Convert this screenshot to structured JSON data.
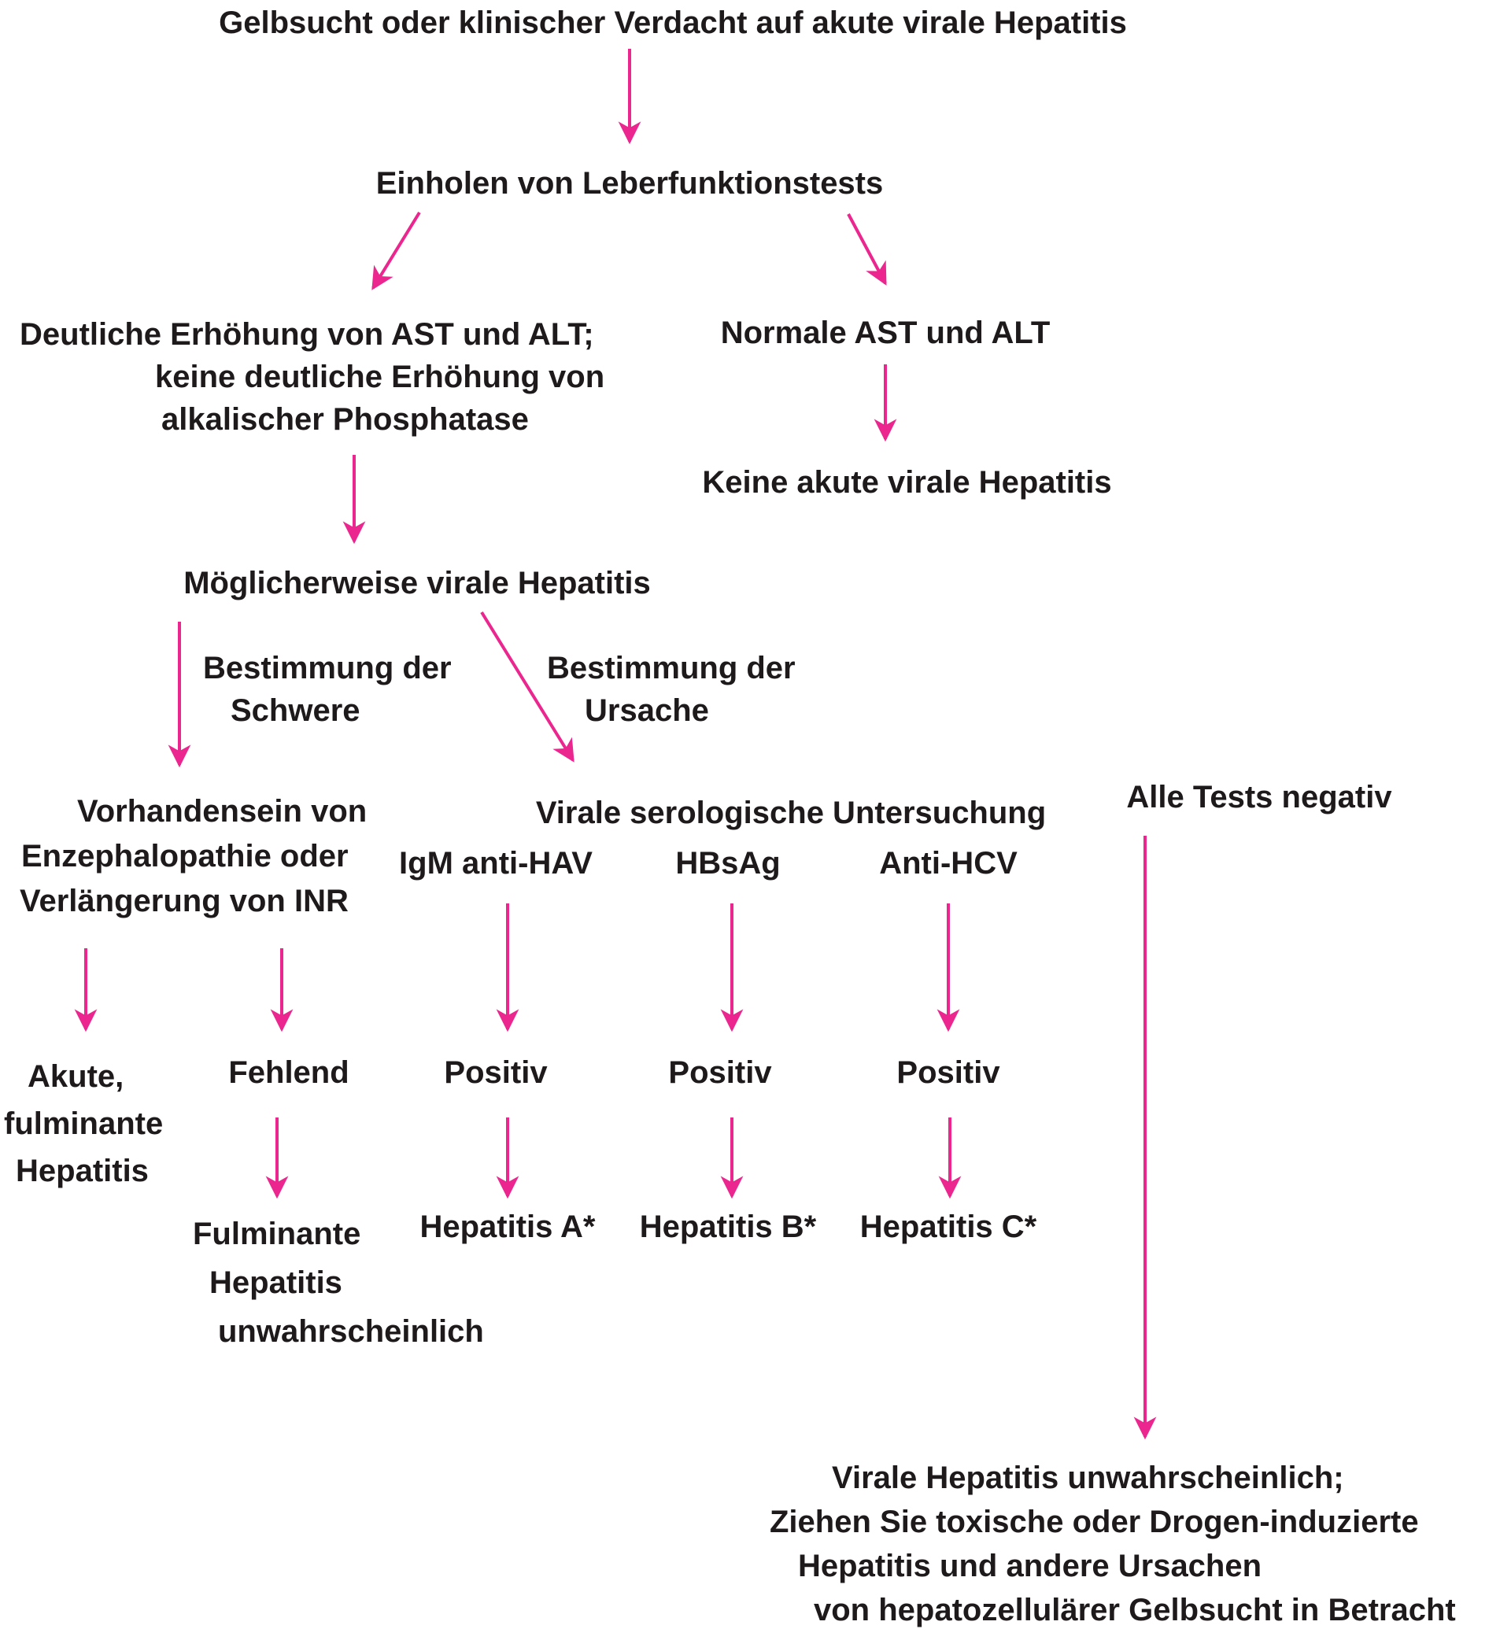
{
  "colors": {
    "arrow": "#ec268f",
    "text": "#1e1a1b",
    "background": "#ffffff"
  },
  "nodes": {
    "start": "Gelbsucht oder klinischer Verdacht auf akute virale Hepatitis",
    "liver_tests": "Einholen von Leberfunktionstests",
    "elevated": {
      "lines": [
        "Deutliche Erhöhung von AST und ALT;",
        "keine deutliche Erhöhung von",
        "alkalischer Phosphatase"
      ]
    },
    "normal_ast_alt": "Normale AST und ALT",
    "no_acute": "Keine akute virale Hepatitis",
    "possible_viral": "Möglicherweise virale Hepatitis",
    "severity_label": {
      "lines": [
        "Bestimmung der",
        "Schwere"
      ]
    },
    "cause_label": {
      "lines": [
        "Bestimmung der",
        "Ursache"
      ]
    },
    "presence": {
      "lines": [
        "Vorhandensein von",
        "Enzephalopathie oder",
        "Verlängerung von INR"
      ]
    },
    "serology": "Virale serologische Untersuchung",
    "all_tests_negative": "Alle Tests negativ",
    "igm_anti_hav": "IgM anti-HAV",
    "hbsag": "HBsAg",
    "anti_hcv": "Anti-HCV",
    "acute_fulminant": {
      "lines": [
        "Akute,",
        "fulminante",
        "Hepatitis"
      ]
    },
    "fehlend": "Fehlend",
    "positiv_hav": "Positiv",
    "positiv_hbv": "Positiv",
    "positiv_hcv": "Positiv",
    "hepatitis_a": "Hepatitis A*",
    "hepatitis_b": "Hepatitis B*",
    "hepatitis_c": "Hepatitis C*",
    "fulminant_unlikely": {
      "lines": [
        "Fulminante",
        "Hepatitis",
        "unwahrscheinlich"
      ]
    },
    "conclusion": {
      "lines": [
        "Virale Hepatitis unwahrscheinlich;",
        "Ziehen Sie toxische oder Drogen-induzierte",
        "Hepatitis und andere Ursachen",
        "von hepatozellulärer Gelbsucht in Betracht"
      ]
    }
  }
}
